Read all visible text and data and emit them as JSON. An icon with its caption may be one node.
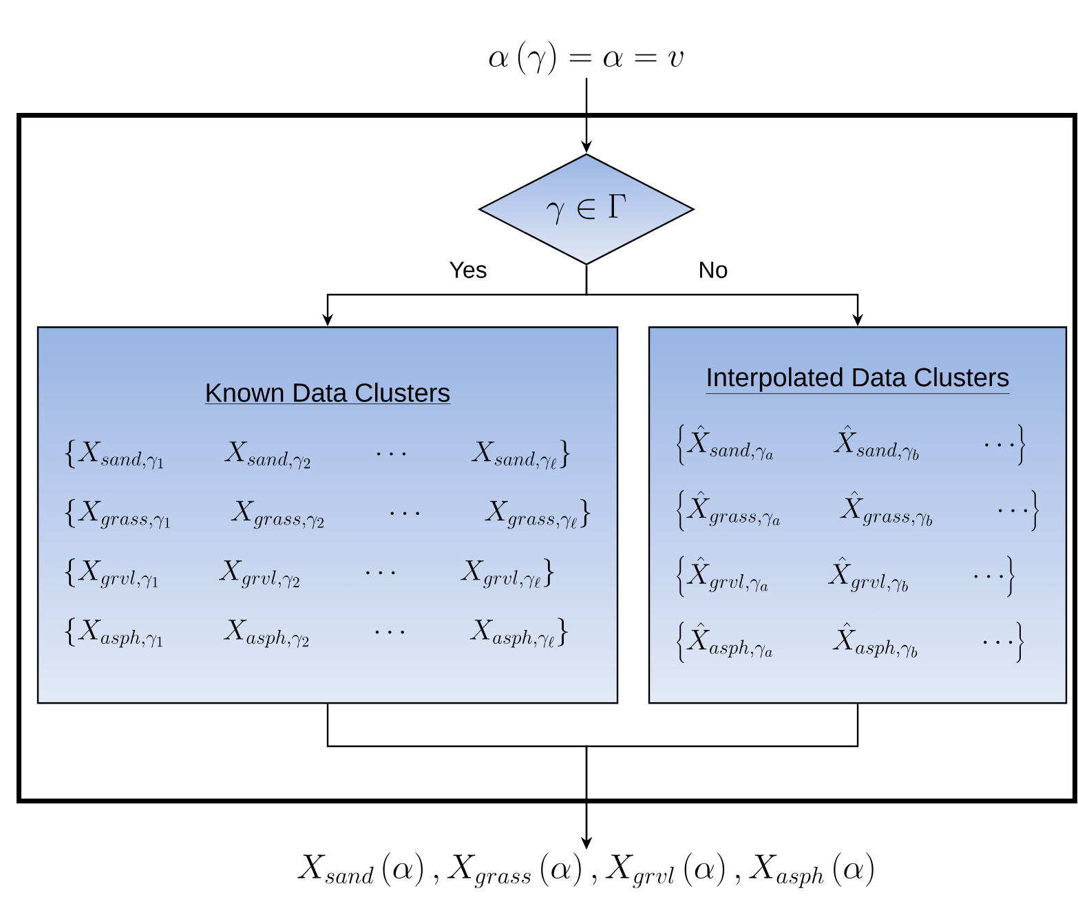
{
  "diagram": {
    "nodes": [
      {
        "text": [],
        "shape": "box"
      },
      {
        "text": [
          "\\alpha\\left(\\gamma\\right)=\\alpha=v"
        ]
      },
      {
        "text": [
          "\\gamma\\in\\Gamma"
        ],
        "in": 0
      },
      {
        "text": [
          "Known Data Clusters",
          "\\left\\{X_{sand,\\gamma_1}\\qquad X_{sand,\\gamma_2}\\qquad\\cdots\\qquad X_{sand,\\gamma_\\ell}\\right\\}",
          "\\left\\{X_{grass,\\gamma_1}\\qquad X_{grass,\\gamma_2}\\qquad\\cdots\\qquad X_{grass,\\gamma_\\ell}\\right\\}",
          "\\left\\{X_{grvl,\\gamma_1}\\qquad X_{grvl,\\gamma_2}\\qquad\\cdots\\qquad X_{grvl,\\gamma_\\ell}\\right\\}",
          "\\left\\{X_{asph,\\gamma_1}\\qquad X_{asph,\\gamma_2}\\qquad\\cdots\\qquad X_{asph,\\gamma_\\ell}\\right\\}"
        ],
        "in": 0
      },
      {
        "text": [
          "Interpolated Data Clusters",
          "\\left\\{\\hat{X}_{sand,\\gamma_a}\\qquad\\hat{X}_{sand,\\gamma_b}\\qquad\\cdots\\right\\}",
          "\\left\\{\\hat{X}_{grass,\\gamma_a}\\qquad\\hat{X}_{grass,\\gamma_b}\\qquad\\cdots\\right\\}",
          "\\left\\{\\hat{X}_{grvl,\\gamma_a}\\qquad\\hat{X}_{grvl,\\gamma_b}\\qquad\\cdots\\right\\}",
          "\\left\\{\\hat{X}_{asph,\\gamma_a}\\qquad\\hat{X}_{asph,\\gamma_b}\\qquad\\cdots\\right\\}"
        ],
        "in": 0
      },
      {
        "text": [
          "X_{sand}\\left(\\alpha\\right),X_{grass}\\left(\\alpha\\right),X_{grvl}\\left(\\alpha\\right),X_{asph}\\left(\\alpha\\right)"
        ]
      }
    ],
    "edges": [
      {
        "from": 1,
        "to": 2,
        "arrow": "to"
      },
      {
        "from": 2,
        "to": 3,
        "arrow": "to",
        "label": "Yes"
      },
      {
        "from": 2,
        "to": 4,
        "arrow": "to",
        "label": "No"
      },
      {
        "from": 3,
        "to": 5,
        "arrow": "to"
      },
      {
        "from": 4,
        "to": 5,
        "arrow": "to"
      }
    ]
  }
}
